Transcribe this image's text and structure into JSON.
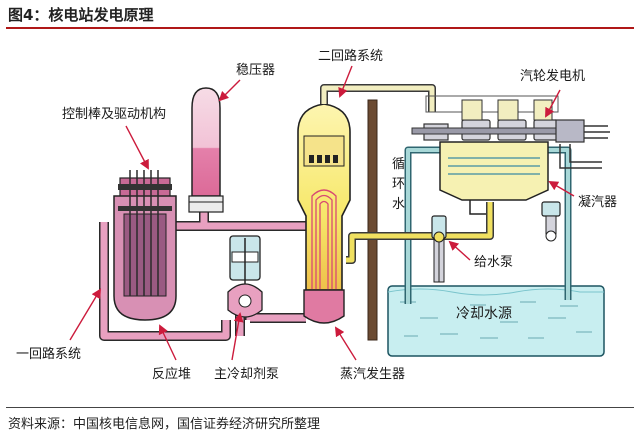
{
  "figure": {
    "title": "图4：核电站发电原理",
    "source": "资料来源：中国核电信息网，国信证券经济研究所整理"
  },
  "labels": {
    "control_rods": "控制棒及驱动机构",
    "pressurizer": "稳压器",
    "secondary_loop": "二回路系统",
    "turbine_generator": "汽轮发电机",
    "circulating_water": "循环水",
    "condenser": "凝汽器",
    "feedwater_pump": "给水泵",
    "cooling_water_source": "冷却水源",
    "primary_loop": "一回路系统",
    "reactor": "反应堆",
    "main_coolant_pump": "主冷却剂泵",
    "steam_generator": "蒸汽发生器"
  },
  "colors": {
    "title_rule": "#b01818",
    "primary_pipe": "#e8a0c0",
    "secondary_pipe": "#f0e060",
    "cooling_pipe": "#a8d8d8",
    "water": "#c8eef0",
    "steam_pipe": "#f2eec0",
    "turbine": "#d4d4dc",
    "arrow": "#cc1b3c"
  }
}
